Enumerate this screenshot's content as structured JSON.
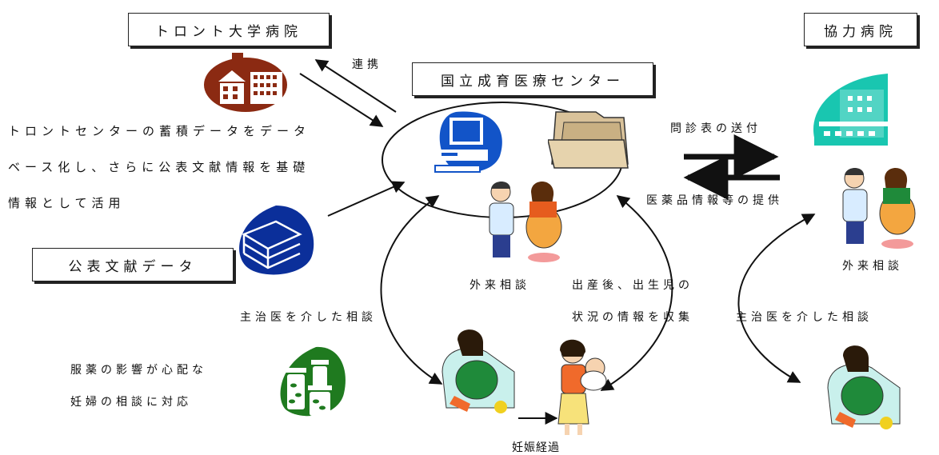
{
  "boxes": {
    "toronto": "トロント大学病院",
    "center": "国立成育医療センター",
    "partner": "協力病院",
    "literature": "公表文献データ"
  },
  "labels": {
    "cooperation": "連携",
    "database_line1": "トロントセンターの蓄積データをデータ",
    "database_line2": "ベース化し、さらに公表文献情報を基礎",
    "database_line3": "情報として活用",
    "questionnaire": "問診表の送付",
    "drug_info": "医薬品情報等の提供",
    "outpatient_center": "外来相談",
    "outpatient_partner": "外来相談",
    "postbirth_line1": "出産後、出生児の",
    "postbirth_line2": "状況の情報を収集",
    "via_doctor_left": "主治医を介した相談",
    "via_doctor_right": "主治医を介した相談",
    "worried_line1": "服薬の影響が心配な",
    "worried_line2": "妊婦の相談に対応",
    "pregnancy_progress": "妊娠経過"
  },
  "icon_names": [
    "hospital-building-icon",
    "modern-hospital-icon",
    "computer-icon",
    "folder-icon",
    "books-icon",
    "medicine-bottles-icon",
    "doctor-patient-icon",
    "pregnant-woman-icon",
    "mother-baby-icon"
  ],
  "colors": {
    "toronto_hospital": "#8b2a12",
    "partner_hospital": "#19c6b0",
    "books": "#0b2f9a",
    "computer": "#1254c8",
    "medicine": "#1f7a1f"
  }
}
